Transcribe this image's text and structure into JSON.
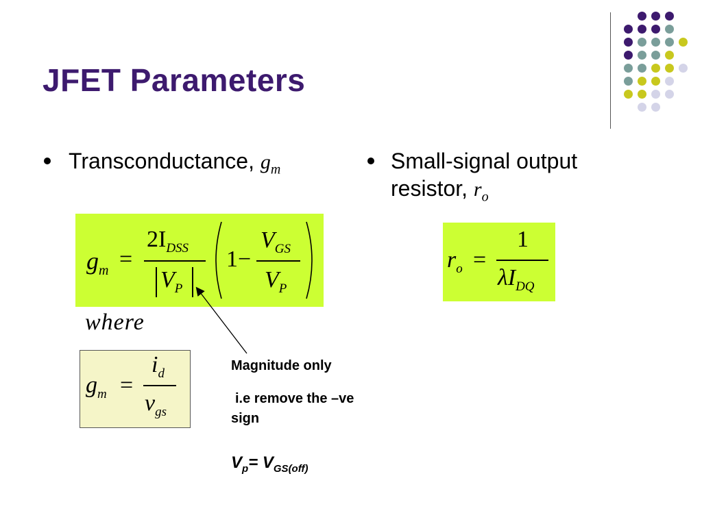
{
  "slide": {
    "title": "JFET Parameters"
  },
  "colors": {
    "title": "#3d1a6e",
    "dot_purple": "#3d1a6e",
    "dot_teal": "#7a9e9a",
    "dot_yellow": "#c8c81e",
    "dot_lavender": "#d4d4e8",
    "formula_highlight": "#ccff33",
    "formula_pale": "#f5f5c8"
  },
  "bullets": {
    "left": {
      "text": "Transconductance, ",
      "symbol": "g",
      "symbol_sub": "m"
    },
    "right": {
      "line1": "Small-signal output",
      "line2": "resistor, ",
      "symbol": "r",
      "symbol_sub": "o"
    }
  },
  "formula_gm": {
    "lhs": "g",
    "lhs_sub": "m",
    "equals": "=",
    "num": "2I",
    "num_sub": "DSS",
    "den": "V",
    "den_sub": "P",
    "one_minus": "1−",
    "inner_num": "V",
    "inner_num_sub": "GS",
    "inner_den": "V",
    "inner_den_sub": "P"
  },
  "formula_ro": {
    "lhs": "r",
    "lhs_sub": "o",
    "equals": "=",
    "num": "1",
    "den": "λI",
    "den_sub": "DQ"
  },
  "where_text": "where",
  "formula_gm_small": {
    "lhs": "g",
    "lhs_sub": "m",
    "equals": "=",
    "num": "i",
    "num_sub": "d",
    "den": "v",
    "den_sub": "gs"
  },
  "notes": {
    "magnitude": "Magnitude only",
    "remove_line1": "i.e remove the –ve",
    "remove_line2": "sign",
    "vp_lhs": "V",
    "vp_lhs_sub": "p",
    "vp_eq": "= V",
    "vp_rhs_sub": "GS(off)"
  }
}
